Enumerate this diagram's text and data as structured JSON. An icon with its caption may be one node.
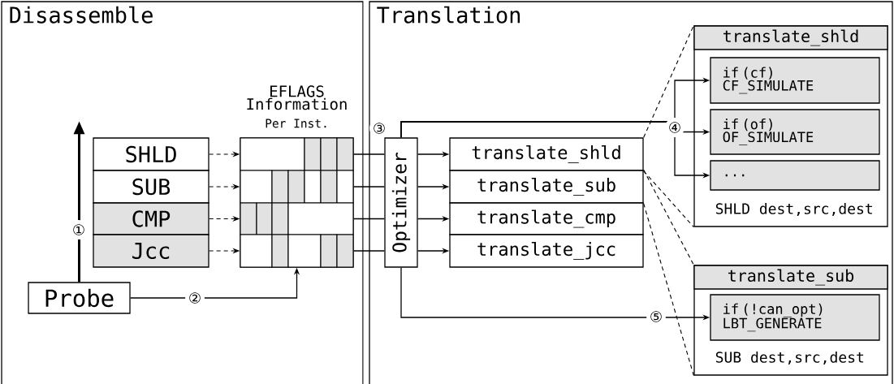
{
  "diagram": {
    "nodes": [
      {
        "text": [
          "Disassemble"
        ]
      },
      {
        "text": [
          "Translation"
        ]
      },
      {
        "text": [
          "SHLD"
        ],
        "in": 0
      },
      {
        "text": [
          "SUB"
        ],
        "in": 0
      },
      {
        "text": [
          "CMP"
        ],
        "in": 0
      },
      {
        "text": [
          "Jcc"
        ],
        "in": 0
      },
      {
        "text": [
          "EFLAGS Information",
          "Per Inst."
        ],
        "in": 0
      },
      {
        "text": [],
        "shape": "bar",
        "in": 6
      },
      {
        "text": [],
        "shape": "bar",
        "in": 6
      },
      {
        "text": [],
        "shape": "bar",
        "in": 6
      },
      {
        "text": [],
        "shape": "bar",
        "in": 6
      },
      {
        "text": [
          "Probe"
        ],
        "in": 0
      },
      {
        "text": [
          "Optimizer"
        ],
        "in": 1
      },
      {
        "text": [
          "translate_shld"
        ],
        "in": 1
      },
      {
        "text": [
          "translate_sub"
        ],
        "in": 1
      },
      {
        "text": [
          "translate_cmp"
        ],
        "in": 1
      },
      {
        "text": [
          "translate_jcc"
        ],
        "in": 1
      },
      {
        "text": [
          "translate_shld",
          "SHLD dest,src,dest"
        ],
        "in": 1
      },
      {
        "text": [
          "if (cf) CF_SIMULATE"
        ],
        "in": 17
      },
      {
        "text": [
          "if (of) OF_SIMULATE"
        ],
        "in": 17
      },
      {
        "text": [
          "..."
        ],
        "in": 17
      },
      {
        "text": [
          "translate_sub",
          "SUB dest,src,dest"
        ],
        "in": 1
      },
      {
        "text": [
          "if (!can_opt) LBT_GENERATE"
        ],
        "in": 21
      }
    ],
    "edges": [
      {
        "from": 11,
        "to": null,
        "arrow": "to",
        "label": "①",
        "style": "thick"
      },
      {
        "from": 11,
        "to": 6,
        "arrow": "to",
        "label": "②"
      },
      {
        "from": 2,
        "to": 7,
        "arrow": "to",
        "style": "dashed"
      },
      {
        "from": 3,
        "to": 8,
        "arrow": "to",
        "style": "dashed"
      },
      {
        "from": 4,
        "to": 9,
        "arrow": "to",
        "style": "dashed"
      },
      {
        "from": 5,
        "to": 10,
        "arrow": "to",
        "style": "dashed"
      },
      {
        "from": 7,
        "to": 12,
        "arrow": "none"
      },
      {
        "from": 8,
        "to": 12,
        "arrow": "none"
      },
      {
        "from": 9,
        "to": 12,
        "arrow": "none"
      },
      {
        "from": 10,
        "to": 12,
        "arrow": "none"
      },
      {
        "from": 12,
        "to": 13,
        "arrow": "to"
      },
      {
        "from": 12,
        "to": 14,
        "arrow": "to"
      },
      {
        "from": 12,
        "to": 15,
        "arrow": "to"
      },
      {
        "from": 12,
        "to": 16,
        "arrow": "to"
      },
      {
        "from": 12,
        "to": 18,
        "arrow": "to"
      },
      {
        "from": 12,
        "to": 19,
        "arrow": "to",
        "label": "④"
      },
      {
        "from": 12,
        "to": 20,
        "arrow": "to"
      },
      {
        "from": 12,
        "to": 22,
        "arrow": "to",
        "label": "⑤"
      },
      {
        "from": 13,
        "to": 17,
        "arrow": "none",
        "style": "dashed"
      },
      {
        "from": 13,
        "to": 17,
        "arrow": "none",
        "style": "dashed"
      },
      {
        "from": 14,
        "to": 21,
        "arrow": "none",
        "style": "dashed"
      },
      {
        "from": 14,
        "to": 21,
        "arrow": "none",
        "style": "dashed"
      }
    ],
    "labels": [
      "③"
    ]
  }
}
